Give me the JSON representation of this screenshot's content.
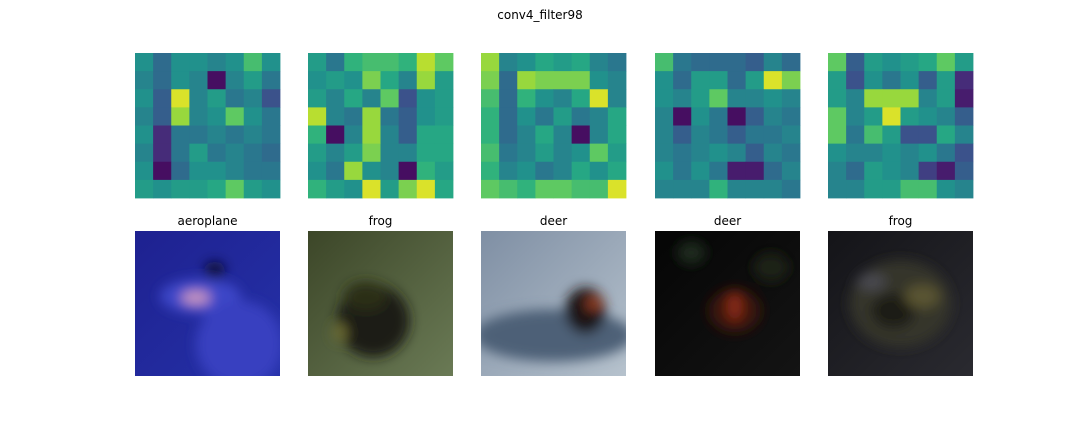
{
  "title": "conv4_filter98",
  "chart_data": {
    "type": "heatmap",
    "title": "conv4_filter98",
    "colormap": "viridis",
    "value_range": [
      0,
      1
    ],
    "activation_maps": [
      {
        "grid": [
          [
            0.5,
            0.35,
            0.5,
            0.5,
            0.45,
            0.5,
            0.7,
            0.5
          ],
          [
            0.45,
            0.35,
            0.5,
            0.45,
            0.05,
            0.45,
            0.55,
            0.4
          ],
          [
            0.5,
            0.3,
            0.95,
            0.45,
            0.55,
            0.4,
            0.45,
            0.25
          ],
          [
            0.45,
            0.3,
            0.85,
            0.45,
            0.5,
            0.75,
            0.5,
            0.4
          ],
          [
            0.5,
            0.15,
            0.4,
            0.4,
            0.45,
            0.4,
            0.45,
            0.4
          ],
          [
            0.45,
            0.15,
            0.4,
            0.55,
            0.4,
            0.45,
            0.4,
            0.35
          ],
          [
            0.5,
            0.05,
            0.35,
            0.5,
            0.5,
            0.45,
            0.4,
            0.4
          ],
          [
            0.55,
            0.5,
            0.55,
            0.55,
            0.6,
            0.75,
            0.55,
            0.5
          ]
        ]
      },
      {
        "grid": [
          [
            0.55,
            0.4,
            0.65,
            0.7,
            0.7,
            0.65,
            0.9,
            0.75
          ],
          [
            0.5,
            0.55,
            0.5,
            0.8,
            0.6,
            0.45,
            0.85,
            0.55
          ],
          [
            0.55,
            0.45,
            0.6,
            0.45,
            0.75,
            0.25,
            0.5,
            0.55
          ],
          [
            0.9,
            0.45,
            0.4,
            0.85,
            0.4,
            0.3,
            0.5,
            0.55
          ],
          [
            0.65,
            0.05,
            0.45,
            0.85,
            0.45,
            0.3,
            0.6,
            0.6
          ],
          [
            0.55,
            0.45,
            0.55,
            0.8,
            0.45,
            0.45,
            0.6,
            0.6
          ],
          [
            0.5,
            0.4,
            0.85,
            0.5,
            0.45,
            0.05,
            0.65,
            0.55
          ],
          [
            0.65,
            0.55,
            0.5,
            0.95,
            0.55,
            0.8,
            0.95,
            0.6
          ]
        ]
      },
      {
        "grid": [
          [
            0.85,
            0.45,
            0.5,
            0.6,
            0.55,
            0.6,
            0.45,
            0.4
          ],
          [
            0.8,
            0.35,
            0.85,
            0.8,
            0.8,
            0.8,
            0.5,
            0.45
          ],
          [
            0.7,
            0.35,
            0.65,
            0.5,
            0.45,
            0.6,
            0.95,
            0.45
          ],
          [
            0.65,
            0.35,
            0.5,
            0.4,
            0.55,
            0.4,
            0.45,
            0.6
          ],
          [
            0.65,
            0.35,
            0.45,
            0.6,
            0.45,
            0.05,
            0.45,
            0.6
          ],
          [
            0.7,
            0.4,
            0.45,
            0.55,
            0.45,
            0.5,
            0.75,
            0.55
          ],
          [
            0.65,
            0.45,
            0.5,
            0.4,
            0.45,
            0.6,
            0.5,
            0.6
          ],
          [
            0.75,
            0.7,
            0.65,
            0.75,
            0.75,
            0.7,
            0.7,
            0.95
          ]
        ]
      },
      {
        "grid": [
          [
            0.7,
            0.4,
            0.35,
            0.35,
            0.35,
            0.3,
            0.45,
            0.35
          ],
          [
            0.5,
            0.35,
            0.55,
            0.55,
            0.35,
            0.55,
            0.95,
            0.8
          ],
          [
            0.5,
            0.45,
            0.55,
            0.75,
            0.45,
            0.45,
            0.5,
            0.45
          ],
          [
            0.45,
            0.05,
            0.5,
            0.4,
            0.05,
            0.3,
            0.45,
            0.4
          ],
          [
            0.45,
            0.3,
            0.45,
            0.4,
            0.3,
            0.4,
            0.4,
            0.45
          ],
          [
            0.45,
            0.4,
            0.45,
            0.5,
            0.45,
            0.3,
            0.45,
            0.4
          ],
          [
            0.5,
            0.4,
            0.5,
            0.4,
            0.1,
            0.1,
            0.35,
            0.45
          ],
          [
            0.45,
            0.45,
            0.45,
            0.65,
            0.45,
            0.45,
            0.45,
            0.4
          ]
        ]
      },
      {
        "grid": [
          [
            0.75,
            0.3,
            0.55,
            0.5,
            0.55,
            0.6,
            0.75,
            0.55
          ],
          [
            0.55,
            0.25,
            0.5,
            0.4,
            0.5,
            0.3,
            0.55,
            0.15
          ],
          [
            0.55,
            0.45,
            0.85,
            0.85,
            0.85,
            0.45,
            0.55,
            0.1
          ],
          [
            0.75,
            0.45,
            0.55,
            0.95,
            0.55,
            0.5,
            0.45,
            0.3
          ],
          [
            0.75,
            0.4,
            0.7,
            0.55,
            0.25,
            0.25,
            0.6,
            0.45
          ],
          [
            0.5,
            0.45,
            0.45,
            0.5,
            0.45,
            0.5,
            0.4,
            0.25
          ],
          [
            0.45,
            0.35,
            0.55,
            0.5,
            0.45,
            0.2,
            0.1,
            0.3
          ],
          [
            0.45,
            0.45,
            0.55,
            0.55,
            0.7,
            0.7,
            0.5,
            0.45
          ]
        ]
      }
    ],
    "images": [
      {
        "label": "aeroplane",
        "background": [
          "#1e2190",
          "#2531a8"
        ],
        "shapes": [
          {
            "kind": "blob",
            "cx": 0.45,
            "cy": 0.45,
            "rx": 0.28,
            "ry": 0.12,
            "color": "#3e47c8"
          },
          {
            "kind": "blob",
            "cx": 0.72,
            "cy": 0.78,
            "rx": 0.3,
            "ry": 0.3,
            "color": "#3841c0"
          },
          {
            "kind": "blob",
            "cx": 0.42,
            "cy": 0.46,
            "rx": 0.1,
            "ry": 0.05,
            "color": "#c896c0"
          },
          {
            "kind": "blob",
            "cx": 0.55,
            "cy": 0.27,
            "rx": 0.07,
            "ry": 0.06,
            "color": "#0d0f30"
          }
        ]
      },
      {
        "label": "frog",
        "background": [
          "#3c4628",
          "#6a7a55"
        ],
        "shapes": [
          {
            "kind": "blob",
            "cx": 0.45,
            "cy": 0.62,
            "rx": 0.25,
            "ry": 0.25,
            "color": "#1c1f12"
          },
          {
            "kind": "blob",
            "cx": 0.4,
            "cy": 0.45,
            "rx": 0.15,
            "ry": 0.1,
            "color": "#2a2e16"
          },
          {
            "kind": "blob",
            "cx": 0.22,
            "cy": 0.7,
            "rx": 0.05,
            "ry": 0.06,
            "color": "#6c6a30"
          }
        ]
      },
      {
        "label": "deer",
        "background": [
          "#7f8fa4",
          "#b6c2cd"
        ],
        "shapes": [
          {
            "kind": "blob",
            "cx": 0.5,
            "cy": 0.72,
            "rx": 0.55,
            "ry": 0.18,
            "color": "#4e6177"
          },
          {
            "kind": "blob",
            "cx": 0.72,
            "cy": 0.55,
            "rx": 0.14,
            "ry": 0.16,
            "color": "#1a1512"
          },
          {
            "kind": "blob",
            "cx": 0.78,
            "cy": 0.5,
            "rx": 0.05,
            "ry": 0.04,
            "color": "#a04528"
          }
        ]
      },
      {
        "label": "deer",
        "background": [
          "#050505",
          "#141414"
        ],
        "shapes": [
          {
            "kind": "blob",
            "cx": 0.55,
            "cy": 0.55,
            "rx": 0.18,
            "ry": 0.15,
            "color": "#3a1208"
          },
          {
            "kind": "blob",
            "cx": 0.55,
            "cy": 0.52,
            "rx": 0.05,
            "ry": 0.1,
            "color": "#8a2a12"
          },
          {
            "kind": "blob",
            "cx": 0.25,
            "cy": 0.15,
            "rx": 0.1,
            "ry": 0.08,
            "color": "#1c2a1c"
          },
          {
            "kind": "blob",
            "cx": 0.8,
            "cy": 0.25,
            "rx": 0.12,
            "ry": 0.1,
            "color": "#1c2414"
          }
        ]
      },
      {
        "label": "frog",
        "background": [
          "#141418",
          "#2a2a30"
        ],
        "shapes": [
          {
            "kind": "blob",
            "cx": 0.5,
            "cy": 0.5,
            "rx": 0.35,
            "ry": 0.3,
            "color": "#35352a"
          },
          {
            "kind": "blob",
            "cx": 0.45,
            "cy": 0.55,
            "rx": 0.15,
            "ry": 0.12,
            "color": "#1a1a14"
          },
          {
            "kind": "blob",
            "cx": 0.65,
            "cy": 0.45,
            "rx": 0.12,
            "ry": 0.08,
            "color": "#5a5530"
          },
          {
            "kind": "blob",
            "cx": 0.3,
            "cy": 0.35,
            "rx": 0.1,
            "ry": 0.06,
            "color": "#4a4a50"
          }
        ]
      }
    ]
  }
}
